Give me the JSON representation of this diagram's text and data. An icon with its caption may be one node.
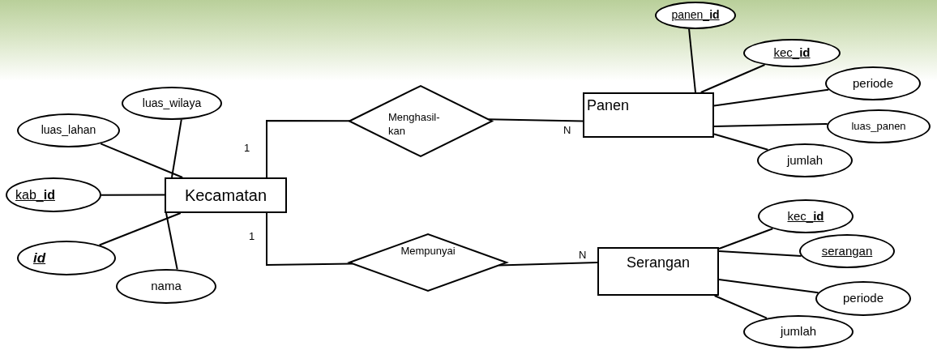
{
  "diagram": {
    "nodes": [
      {
        "text": [
          "Kecamatan"
        ]
      },
      {
        "text": [
          "luas_wilaya"
        ]
      },
      {
        "text": [
          "luas_lahan"
        ]
      },
      {
        "text": [
          "kab_**id**"
        ]
      },
      {
        "text": [
          "id"
        ]
      },
      {
        "text": [
          "nama"
        ]
      },
      {
        "text": [
          "Menghasil- kan"
        ]
      },
      {
        "text": [
          "Panen"
        ]
      },
      {
        "text": [
          "panen_**id**"
        ]
      },
      {
        "text": [
          "kec_**id**"
        ]
      },
      {
        "text": [
          "periode"
        ]
      },
      {
        "text": [
          "luas_panen"
        ]
      },
      {
        "text": [
          "jumlah"
        ]
      },
      {
        "text": [
          "Mempunyai"
        ]
      },
      {
        "text": [
          "Serangan"
        ]
      },
      {
        "text": [
          "kec_**id**"
        ]
      },
      {
        "text": [
          "serangan"
        ]
      },
      {
        "text": [
          "periode"
        ]
      },
      {
        "text": [
          "jumlah"
        ]
      }
    ],
    "edges": [
      {
        "from": 0,
        "to": 1,
        "arrow": "none"
      },
      {
        "from": 0,
        "to": 2,
        "arrow": "none"
      },
      {
        "from": 0,
        "to": 3,
        "arrow": "none"
      },
      {
        "from": 0,
        "to": 4,
        "arrow": "none"
      },
      {
        "from": 0,
        "to": 5,
        "arrow": "none"
      },
      {
        "from": 0,
        "to": 6,
        "arrow": "none",
        "label": "1"
      },
      {
        "from": 6,
        "to": 7,
        "arrow": "none",
        "label": "N"
      },
      {
        "from": 0,
        "to": 13,
        "arrow": "none",
        "label": "1"
      },
      {
        "from": 13,
        "to": 14,
        "arrow": "none",
        "label": "N"
      },
      {
        "from": 7,
        "to": 8,
        "arrow": "none"
      },
      {
        "from": 7,
        "to": 9,
        "arrow": "none"
      },
      {
        "from": 7,
        "to": 10,
        "arrow": "none"
      },
      {
        "from": 7,
        "to": 11,
        "arrow": "none"
      },
      {
        "from": 7,
        "to": 12,
        "arrow": "none"
      },
      {
        "from": 14,
        "to": 15,
        "arrow": "none"
      },
      {
        "from": 14,
        "to": 16,
        "arrow": "none"
      },
      {
        "from": 14,
        "to": 17,
        "arrow": "none"
      },
      {
        "from": 14,
        "to": 18,
        "arrow": "none"
      }
    ]
  }
}
